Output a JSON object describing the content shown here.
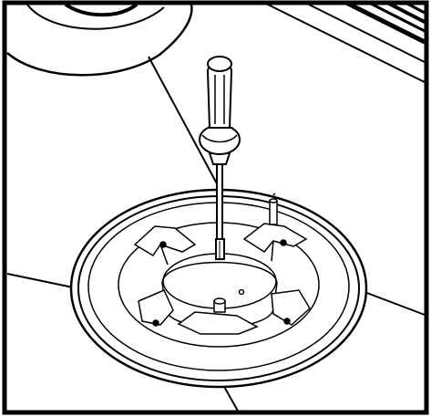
{
  "colors": {
    "ink": "#000000",
    "paper": "#ffffff"
  },
  "parts": {
    "tool": "screwdriver",
    "component": "burner-base",
    "surface": "cooktop"
  }
}
